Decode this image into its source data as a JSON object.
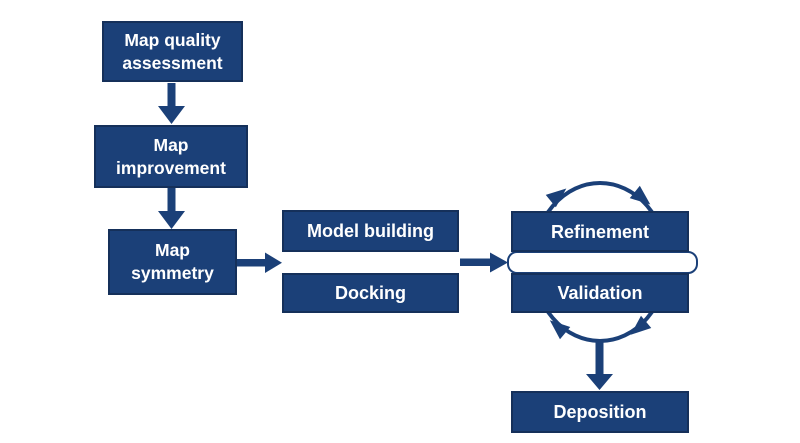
{
  "colors": {
    "box_fill": "#1b4078",
    "box_border": "#15305a",
    "arrow": "#1b4078",
    "text": "#ffffff",
    "background": "#ffffff"
  },
  "nodes": {
    "map_quality": {
      "label": "Map quality assessment"
    },
    "map_improvement": {
      "label": "Map improvement"
    },
    "map_symmetry": {
      "label": "Map symmetry"
    },
    "model_building": {
      "label": "Model building"
    },
    "docking": {
      "label": "Docking"
    },
    "refinement": {
      "label": "Refinement"
    },
    "validation": {
      "label": "Validation"
    },
    "deposition": {
      "label": "Deposition"
    }
  },
  "flow": {
    "edges": [
      {
        "from": "Map quality assessment",
        "to": "Map improvement"
      },
      {
        "from": "Map improvement",
        "to": "Map symmetry"
      },
      {
        "from": "Map symmetry",
        "to": "Model building / Docking"
      },
      {
        "from": "Model building / Docking",
        "to": "Refinement / Validation"
      },
      {
        "from": "Refinement / Validation",
        "to": "Deposition"
      }
    ],
    "cycle": {
      "between": [
        "Refinement",
        "Validation"
      ],
      "direction": "clockwise"
    }
  }
}
